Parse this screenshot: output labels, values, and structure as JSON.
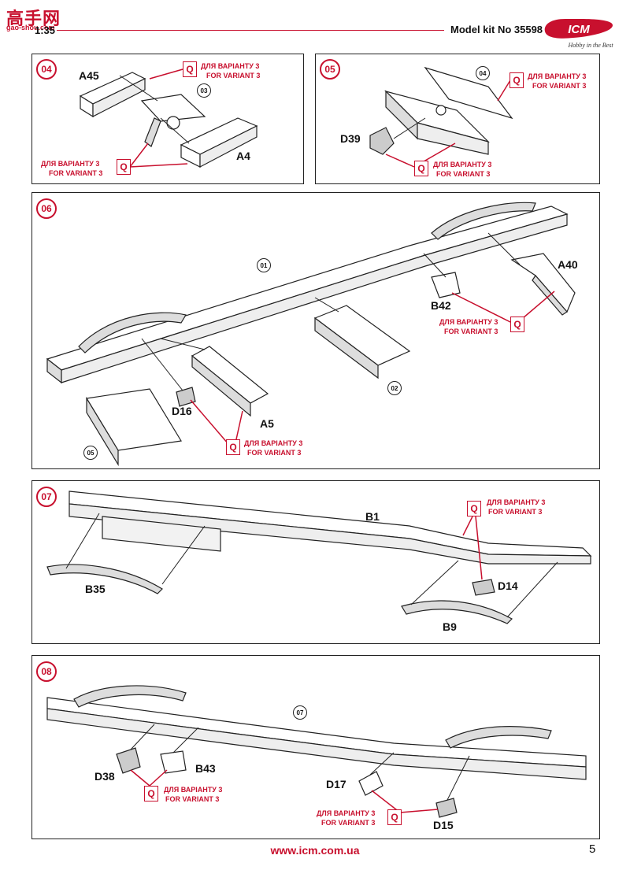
{
  "header": {
    "watermark": "高手网",
    "watermark_url": "gao-shou.com",
    "scale": "1:35",
    "kit": "Model kit No 35598",
    "brand": "ICM",
    "tagline": "Hobby in the Best"
  },
  "steps": {
    "s04": {
      "number": "04",
      "parts": {
        "a45": "A45",
        "a4": "A4"
      },
      "ref": "03",
      "notes": [
        {
          "ua": "ДЛЯ ВАРІАНТУ 3",
          "en": "FOR VARIANT 3",
          "q": "Q"
        },
        {
          "ua": "ДЛЯ ВАРІАНТУ 3",
          "en": "FOR VARIANT 3",
          "q": "Q"
        }
      ]
    },
    "s05": {
      "number": "05",
      "parts": {
        "d39": "D39"
      },
      "ref": "04",
      "notes": [
        {
          "ua": "ДЛЯ ВАРІАНТУ 3",
          "en": "FOR VARIANT 3",
          "q": "Q"
        },
        {
          "ua": "ДЛЯ ВАРІАНТУ 3",
          "en": "FOR VARIANT 3",
          "q": "Q"
        }
      ]
    },
    "s06": {
      "number": "06",
      "parts": {
        "a40": "A40",
        "b42": "B42",
        "d16": "D16",
        "a5": "A5"
      },
      "refs": [
        "01",
        "02",
        "05"
      ],
      "notes": [
        {
          "ua": "ДЛЯ ВАРІАНТУ 3",
          "en": "FOR VARIANT 3",
          "q": "Q"
        },
        {
          "ua": "ДЛЯ ВАРІАНТУ 3",
          "en": "FOR VARIANT 3",
          "q": "Q"
        }
      ]
    },
    "s07": {
      "number": "07",
      "parts": {
        "b1": "B1",
        "b35": "B35",
        "b9": "B9",
        "d14": "D14"
      },
      "notes": [
        {
          "ua": "ДЛЯ ВАРІАНТУ 3",
          "en": "FOR VARIANT 3",
          "q": "Q"
        }
      ]
    },
    "s08": {
      "number": "08",
      "parts": {
        "d38": "D38",
        "b43": "B43",
        "d17": "D17",
        "d15": "D15"
      },
      "ref": "07",
      "notes": [
        {
          "ua": "ДЛЯ ВАРІАНТУ 3",
          "en": "FOR VARIANT 3",
          "q": "Q"
        },
        {
          "ua": "ДЛЯ ВАРІАНТУ 3",
          "en": "FOR VARIANT 3",
          "q": "Q"
        }
      ]
    }
  },
  "footer": {
    "url": "www.icm.com.ua",
    "page": "5"
  },
  "colors": {
    "accent": "#c8102e",
    "line": "#222222"
  }
}
